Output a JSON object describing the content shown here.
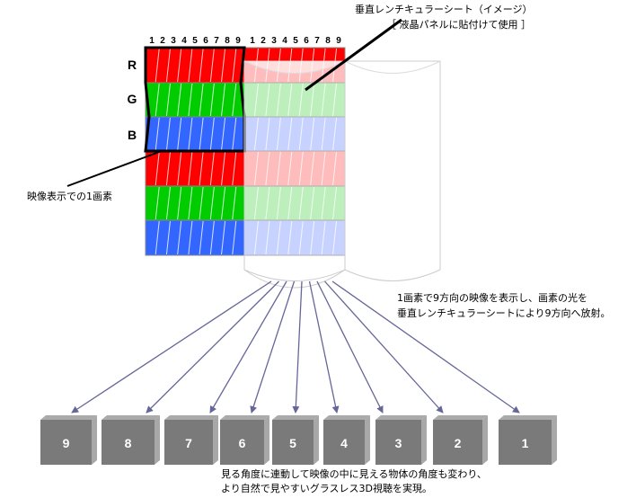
{
  "lens_label": {
    "line1": "垂直レンチキュラーシート（イメージ）",
    "line2": "［ 液晶パネルに貼付けて使用 ］"
  },
  "column_numbers": [
    "1",
    "2",
    "3",
    "4",
    "5",
    "6",
    "7",
    "8",
    "9"
  ],
  "rgb_labels": [
    "R",
    "G",
    "B"
  ],
  "pixel_label": "映像表示での1画素",
  "emission_note": {
    "line1": "1画素で9方向の映像を表示し、画素の光を",
    "line2": "垂直レンチキュラーシートにより9方向へ放射。"
  },
  "view_boxes": [
    "9",
    "8",
    "7",
    "6",
    "5",
    "4",
    "3",
    "2",
    "1"
  ],
  "bottom_note": {
    "line1": "見る角度に連動して映像の中に見える物体の角度も変わり、",
    "line2": "より自然で見やすいグラスレス3D視聴を実現。"
  },
  "colors": {
    "red": "#ff0000",
    "green": "#00cc00",
    "blue": "#3366ff",
    "arrow": "#666699",
    "box": "#808080"
  }
}
